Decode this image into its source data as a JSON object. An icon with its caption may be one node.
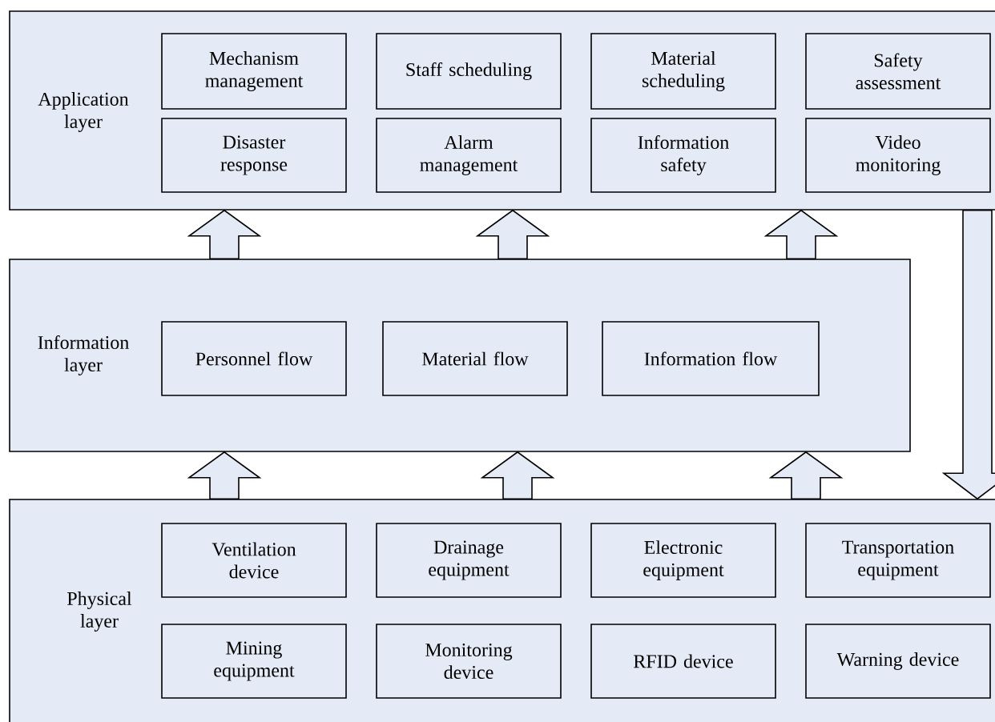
{
  "diagram": {
    "nodes": [
      {
        "text": [
          "Application layer"
        ]
      },
      {
        "text": [
          "Mechanism management"
        ],
        "in": 0
      },
      {
        "text": [
          "Staff scheduling"
        ],
        "in": 0
      },
      {
        "text": [
          "Material scheduling"
        ],
        "in": 0
      },
      {
        "text": [
          "Safety assessment"
        ],
        "in": 0
      },
      {
        "text": [
          "Disaster response"
        ],
        "in": 0
      },
      {
        "text": [
          "Alarm management"
        ],
        "in": 0
      },
      {
        "text": [
          "Information safety"
        ],
        "in": 0
      },
      {
        "text": [
          "Video monitoring"
        ],
        "in": 0
      },
      {
        "text": [
          "Information layer"
        ]
      },
      {
        "text": [
          "Personnel flow"
        ],
        "in": 9
      },
      {
        "text": [
          "Material flow"
        ],
        "in": 9
      },
      {
        "text": [
          "Information flow"
        ],
        "in": 9
      },
      {
        "text": [
          "Physical layer"
        ]
      },
      {
        "text": [
          "Ventilation device"
        ],
        "in": 13
      },
      {
        "text": [
          "Drainage equipment"
        ],
        "in": 13
      },
      {
        "text": [
          "Electronic equipment"
        ],
        "in": 13
      },
      {
        "text": [
          "Transportation equipment"
        ],
        "in": 13
      },
      {
        "text": [
          "Mining equipment"
        ],
        "in": 13
      },
      {
        "text": [
          "Monitoring device"
        ],
        "in": 13
      },
      {
        "text": [
          "RFID device"
        ],
        "in": 13
      },
      {
        "text": [
          "Warning device"
        ],
        "in": 13
      }
    ],
    "edges": [
      {
        "from": 9,
        "to": 0,
        "arrow": "to"
      },
      {
        "from": 9,
        "to": 0,
        "arrow": "to"
      },
      {
        "from": 9,
        "to": 0,
        "arrow": "to"
      },
      {
        "from": 13,
        "to": 9,
        "arrow": "to"
      },
      {
        "from": 13,
        "to": 9,
        "arrow": "to"
      },
      {
        "from": 13,
        "to": 9,
        "arrow": "to"
      },
      {
        "from": 0,
        "to": 13,
        "arrow": "to"
      }
    ]
  }
}
